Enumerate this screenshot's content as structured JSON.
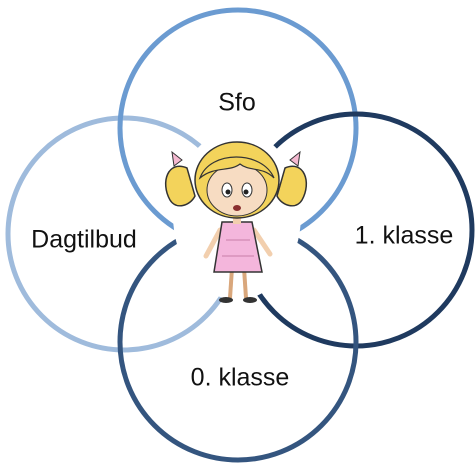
{
  "diagram": {
    "circles": [
      {
        "id": "top",
        "label": "Sfo",
        "color": "#6b9bd1"
      },
      {
        "id": "left",
        "label": "Dagtilbud",
        "color": "#9fbbdc"
      },
      {
        "id": "right",
        "label": "1. klasse",
        "color": "#1f3a5f"
      },
      {
        "id": "bottom",
        "label": "0. klasse",
        "color": "#34557f"
      }
    ],
    "center_figure": "cartoon-girl"
  }
}
